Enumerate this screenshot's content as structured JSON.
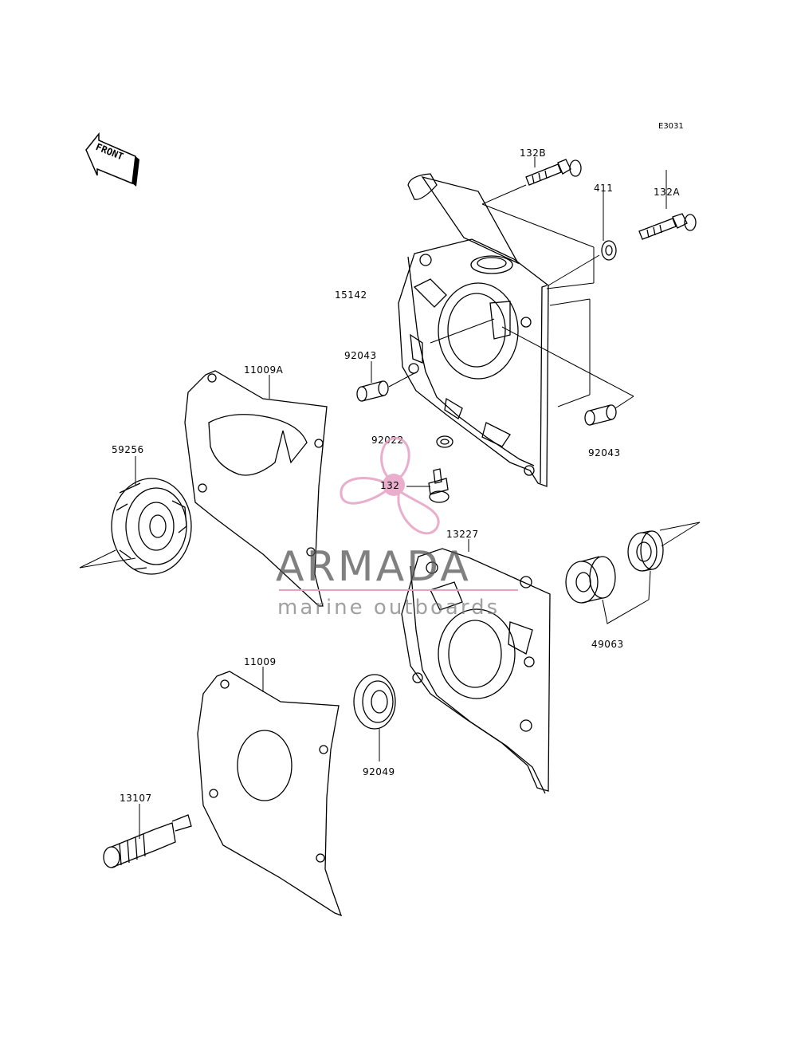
{
  "drawing_id": "E3031",
  "front_label": "FRONT",
  "watermark": {
    "brand": "ARMADA",
    "tagline": "marine outboards",
    "accent_color": "#e6a0c4",
    "line_color": "#e6a0c4"
  },
  "callouts": {
    "p132B": "132B",
    "p132A": "132A",
    "p411": "411",
    "p15142": "15142",
    "p92043_left": "92043",
    "p92043_right": "92043",
    "p11009A": "11009A",
    "p92022": "92022",
    "p132": "132",
    "p59256": "59256",
    "p13227": "13227",
    "p49063": "49063",
    "p11009": "11009",
    "p92049": "92049",
    "p13107": "13107"
  }
}
